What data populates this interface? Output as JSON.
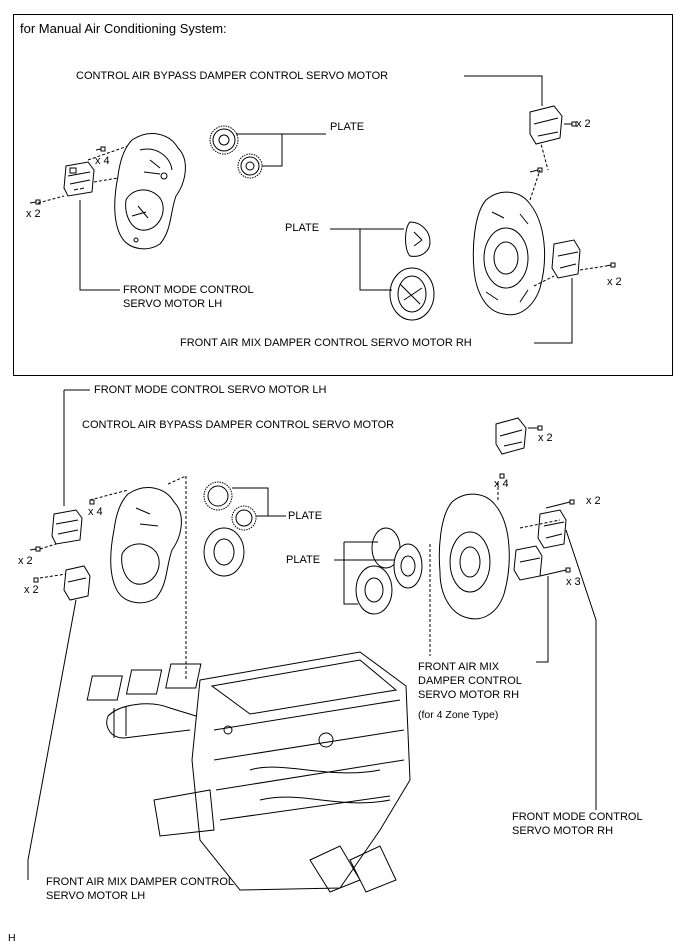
{
  "top_panel": {
    "header": "for Manual Air Conditioning System:",
    "labels": {
      "bypass_motor": "CONTROL AIR BYPASS DAMPER CONTROL SERVO MOTOR",
      "plate_upper": "PLATE",
      "plate_lower": "PLATE",
      "mode_lh_line1": "FRONT MODE CONTROL",
      "mode_lh_line2": "SERVO MOTOR LH",
      "airmix_rh": "FRONT AIR MIX DAMPER CONTROL SERVO MOTOR RH"
    },
    "quantities": {
      "bypass_screws": "x 2",
      "lh_screws_upper": "x 4",
      "lh_screws_left": "x 2",
      "rh_screws": "x 2"
    }
  },
  "bottom_panel": {
    "labels": {
      "mode_lh": "FRONT MODE CONTROL SERVO MOTOR LH",
      "bypass_motor": "CONTROL AIR BYPASS DAMPER CONTROL SERVO MOTOR",
      "plate_upper": "PLATE",
      "plate_lower": "PLATE",
      "airmix_rh_line1": "FRONT AIR MIX",
      "airmix_rh_line2": "DAMPER CONTROL",
      "airmix_rh_line3": "SERVO MOTOR RH",
      "zone_note": "(for 4 Zone Type)",
      "mode_rh_line1": "FRONT MODE CONTROL",
      "mode_rh_line2": "SERVO MOTOR RH",
      "airmix_lh_line1": "FRONT AIR MIX DAMPER CONTROL",
      "airmix_lh_line2": "SERVO MOTOR LH"
    },
    "quantities": {
      "bypass_screws": "x 2",
      "mid_screws": "x 4",
      "left_screws_upper": "x 4",
      "left_screws_a": "x 2",
      "left_screws_b": "x 2",
      "right_screws_upper": "x 2",
      "right_screws_lower": "x 3"
    }
  },
  "footer": {
    "code": "H"
  }
}
